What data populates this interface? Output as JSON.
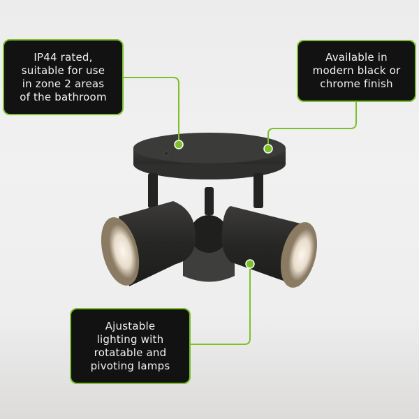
{
  "product": "3-light round ceiling spotlight plate",
  "accent_color": "#7cc12a",
  "callouts": [
    {
      "id": "ip-rating",
      "lines": [
        "IP44 rated,",
        "suitable for use",
        "in zone 2 areas",
        "of the bathroom"
      ]
    },
    {
      "id": "finish",
      "lines": [
        "Available in",
        "modern black or",
        "chrome finish"
      ]
    },
    {
      "id": "adjustable",
      "lines": [
        "Ajustable",
        "lighting with",
        "rotatable and",
        "pivoting lamps"
      ]
    }
  ]
}
